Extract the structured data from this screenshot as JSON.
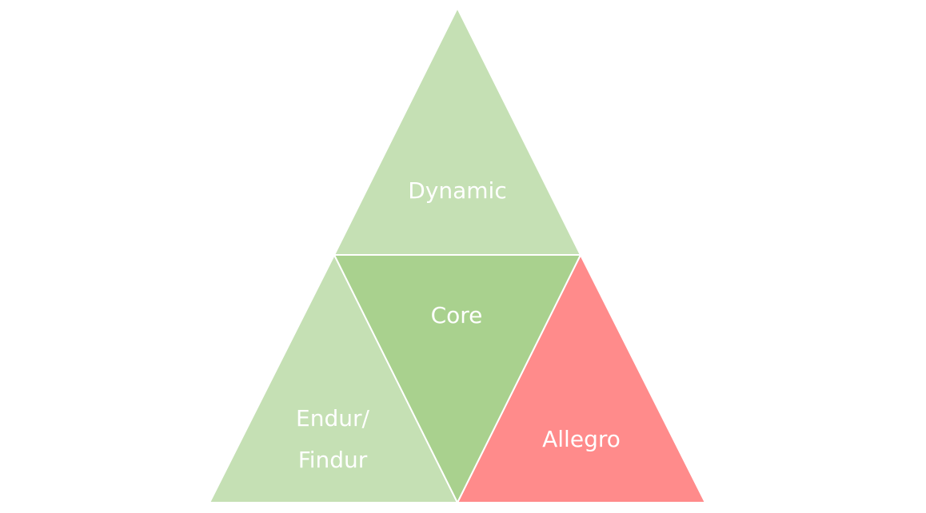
{
  "diagram": {
    "segments": [
      {
        "id": "top",
        "label_lines": [
          "Dynamic"
        ],
        "color": "#c5e0b4"
      },
      {
        "id": "center",
        "label_lines": [
          "Core"
        ],
        "color": "#a9d18e"
      },
      {
        "id": "bottom-left",
        "label_lines": [
          "Endur/",
          "Findur"
        ],
        "color": "#c5e0b4"
      },
      {
        "id": "bottom-right",
        "label_lines": [
          "Allegro"
        ],
        "color": "#ff8b8b"
      }
    ]
  }
}
